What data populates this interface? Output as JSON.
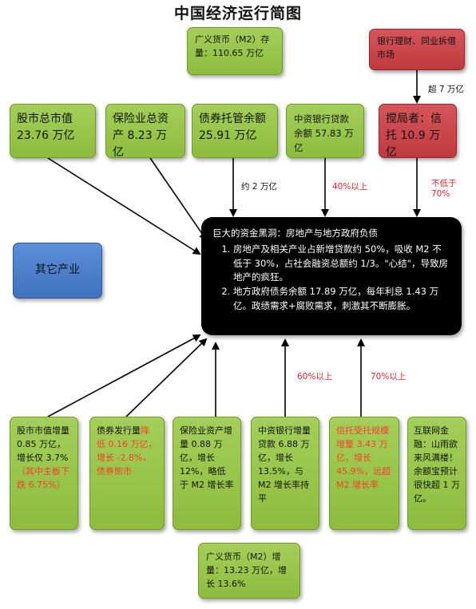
{
  "title": "中国经济运行简图",
  "top_boxes": {
    "m2_stock": "广义货币（M2）存量：110.65 万亿",
    "bank_wm": "银行理财、同业拆借市场",
    "stock_mv": "股市总市值 23.76 万亿",
    "insurance": "保险业总资产 8.23 万亿",
    "bond": "债券托管余额 25.91 万亿",
    "loan": "中资银行贷款余额 57.83 万亿",
    "trust": "搅局者：信托 10.9 万亿"
  },
  "labels": {
    "over7": "超 7 万亿",
    "approx2": "约 2 万亿",
    "pct40": "40%以上",
    "not_less70": "不低于 70%",
    "pct60": "60%以上",
    "pct70": "70%以上"
  },
  "other_industry": "其它产业",
  "center": {
    "heading": "巨大的资金黑洞：房地产与地方政府负债",
    "item1": "房地产及相关产业占新增贷款约 50%，吸收 M2 不低于 30%，占社会融资总额约 1/3。\"心结\"，导致房地产的疯狂。",
    "item2": "地方政府债务余额 17.89 万亿，每年利息 1.43 万亿。政绩需求+腐败需求，刺激其不断膨胀。"
  },
  "bottom_boxes": {
    "stock_inc_a": "股市市值增量 0.85 万亿，增长仅 3.7%",
    "stock_inc_b": "（其中主板下跌 6.75%）",
    "bond_issue_a": "债券发行量",
    "bond_issue_b": "降低 0.16 万亿，增长 -2.8%，债券熊市",
    "ins_inc": "保险业资产增量 0.88 万亿，增长 12%，略低于 M2 增长率",
    "loan_inc": "中资银行增量贷款 6.88 万亿，增长 13.5%，与 M2 增长率持平",
    "trust_inc": "信托受托规模增量 3.43 万亿，增长 45.9%，远超 M2 增长率",
    "internet": "互联网金融：山雨欲来风满楼！余额宝预计很快超 1 万亿。",
    "m2_inc": "广义货币（M2）增量：13.23 万亿，增长 13.6%"
  },
  "colors": {
    "green_box": "#8cbd3d",
    "red_box": "#bf3a3f",
    "blue_box": "#3f72c0",
    "center_box": "#000000",
    "red_text": "#d9262b"
  }
}
